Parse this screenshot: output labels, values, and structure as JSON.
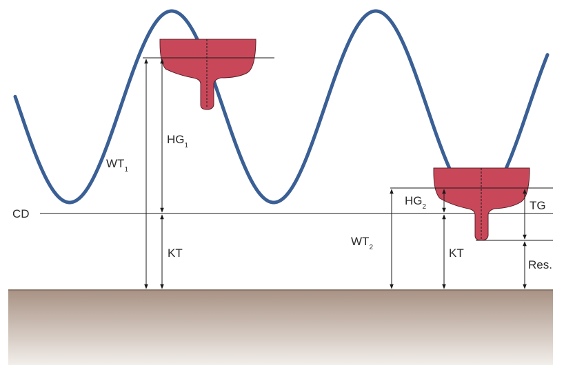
{
  "labels": {
    "cd": "CD",
    "wt1": "WT",
    "wt1_sub": "1",
    "hg1": "HG",
    "hg1_sub": "1",
    "kt1": "KT",
    "wt2": "WT",
    "wt2_sub": "2",
    "hg2": "HG",
    "hg2_sub": "2",
    "kt2": "KT",
    "tg": "TG",
    "res": "Res."
  },
  "colors": {
    "wave": "#3a5f95",
    "hull": "#c8485a",
    "seabed_top": "#a89284",
    "seabed_bottom": "#f2eeea"
  }
}
